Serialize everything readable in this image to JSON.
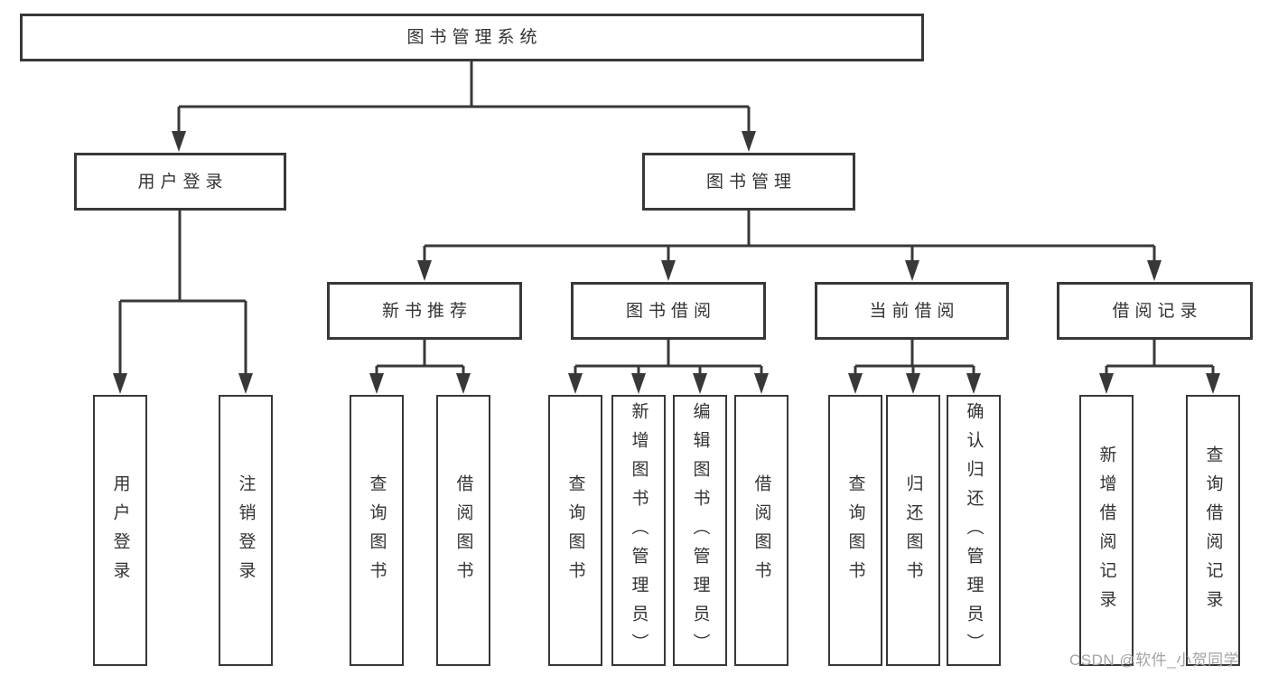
{
  "meta": {
    "title": "图书管理系统功能结构图",
    "colors": {
      "background": "#ffffff",
      "line": "#383838",
      "box_border": "#383838",
      "text": "#333333",
      "watermark": "#a3a3a3"
    }
  },
  "tree": {
    "root": "图书管理系统",
    "children": [
      {
        "label": "用户登录",
        "children": [
          {
            "label": "用户登录"
          },
          {
            "label": "注销登录"
          }
        ]
      },
      {
        "label": "图书管理",
        "children": [
          {
            "label": "新书推荐",
            "children": [
              {
                "label": "查询图书"
              },
              {
                "label": "借阅图书"
              }
            ]
          },
          {
            "label": "图书借阅",
            "children": [
              {
                "label": "查询图书"
              },
              {
                "label": "新增图书（管理员）"
              },
              {
                "label": "编辑图书（管理员）"
              },
              {
                "label": "借阅图书"
              }
            ]
          },
          {
            "label": "当前借阅",
            "children": [
              {
                "label": "查询图书"
              },
              {
                "label": "归还图书"
              },
              {
                "label": "确认归还（管理员）"
              }
            ]
          },
          {
            "label": "借阅记录",
            "children": [
              {
                "label": "新增借阅记录"
              },
              {
                "label": "查询借阅记录"
              }
            ]
          }
        ]
      }
    ]
  },
  "watermark": {
    "text": "CSDN @软件_小贺同学"
  }
}
